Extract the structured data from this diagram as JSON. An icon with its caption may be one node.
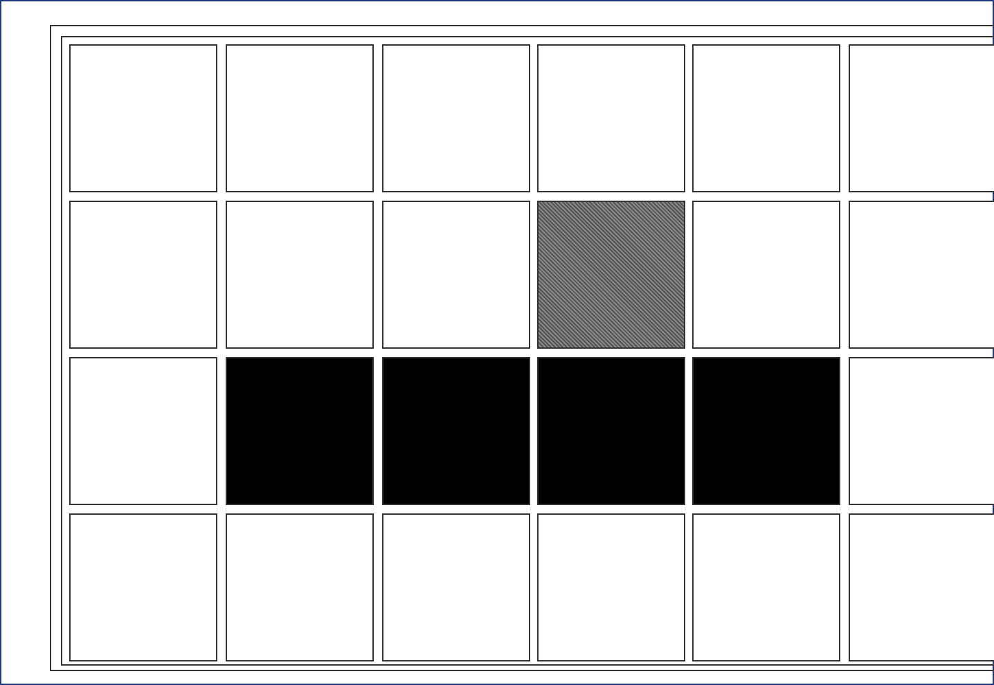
{
  "diagram": {
    "nodes": [
      {
        "text": [],
        "shape": "box"
      },
      {
        "text": [],
        "shape": "box"
      },
      {
        "text": [],
        "shape": "box"
      },
      {
        "text": [],
        "shape": "box"
      },
      {
        "text": [],
        "shape": "box"
      },
      {
        "text": [],
        "shape": "box"
      },
      {
        "text": [],
        "shape": "box"
      },
      {
        "text": [],
        "shape": "box"
      },
      {
        "text": [],
        "shape": "box"
      },
      {
        "text": [],
        "shape": "box"
      },
      {
        "text": [],
        "shape": "box"
      },
      {
        "text": [],
        "shape": "box"
      },
      {
        "text": [],
        "shape": "box"
      },
      {
        "text": [],
        "shape": "box"
      },
      {
        "text": [],
        "shape": "box"
      },
      {
        "text": [],
        "shape": "box"
      },
      {
        "text": [],
        "shape": "box"
      },
      {
        "text": [],
        "shape": "box"
      },
      {
        "text": [],
        "shape": "box"
      },
      {
        "text": [],
        "shape": "box"
      },
      {
        "text": [],
        "shape": "box"
      },
      {
        "text": [],
        "shape": "box"
      },
      {
        "text": [],
        "shape": "box"
      },
      {
        "text": [],
        "shape": "box"
      }
    ]
  }
}
